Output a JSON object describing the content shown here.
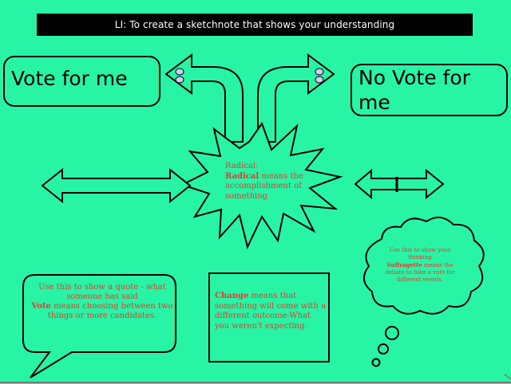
{
  "slide": {
    "objective": "LI: To create a sketchnote that shows your understanding",
    "vote_box": "Vote for me",
    "novote_box": "No Vote for me"
  },
  "star": {
    "line1": "Radical:",
    "keyword": "Radical",
    "rest": " means the accomplishment of something"
  },
  "quote_bubble": {
    "intro": "Use this to show a quote - what someone has said",
    "keyword": "Vote",
    "rest": " means choosing between two things or more candidates."
  },
  "rect_box": {
    "keyword": "Change",
    "rest": " means that something will come with a different outcome-What you weren't expecting."
  },
  "thought_cloud": {
    "intro": "Use this to show your thinking",
    "keyword": "Suffragette",
    "rest": " means the debate to take a vote for different events."
  },
  "colors": {
    "background": "#27f5a5",
    "bar": "#000000",
    "accent_text": "#e53b2e"
  }
}
